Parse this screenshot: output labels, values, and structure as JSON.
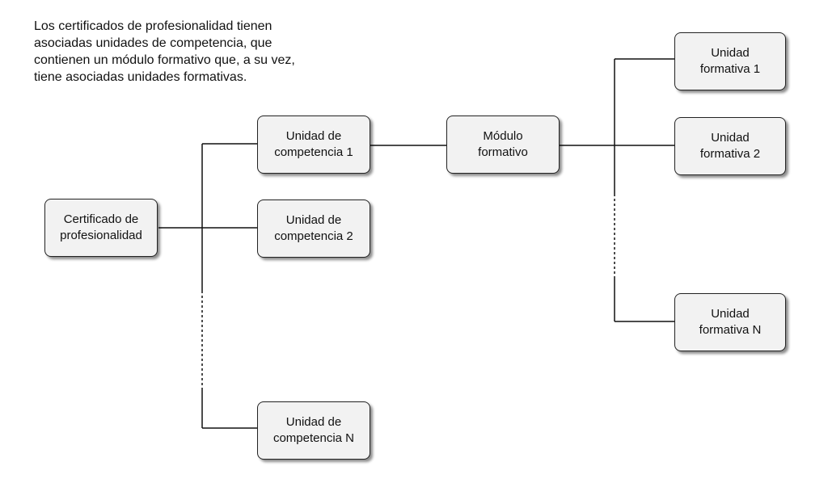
{
  "intro": {
    "lines": [
      "Los certificados de profesionalidad tienen",
      "asociadas unidades de competencia, que",
      "contienen un módulo formativo que, a su vez,",
      "tiene asociadas unidades formativas."
    ]
  },
  "nodes": {
    "certificado": [
      "Certificado de",
      "profesionalidad"
    ],
    "uc1": [
      "Unidad de",
      "competencia 1"
    ],
    "uc2": [
      "Unidad de",
      "competencia 2"
    ],
    "ucN": [
      "Unidad de",
      "competencia N"
    ],
    "modulo": [
      "Módulo",
      "formativo"
    ],
    "uf1": [
      "Unidad",
      "formativa 1"
    ],
    "uf2": [
      "Unidad",
      "formativa 2"
    ],
    "ufN": [
      "Unidad",
      "formativa N"
    ]
  }
}
